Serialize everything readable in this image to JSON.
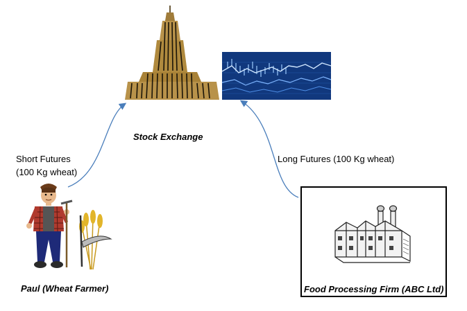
{
  "nodes": {
    "exchange": {
      "label": "Stock Exchange"
    },
    "farmer": {
      "label": "Paul (Wheat Farmer)"
    },
    "firm": {
      "label": "Food Processing Firm (ABC Ltd)"
    }
  },
  "edges": {
    "short": {
      "line1": "Short Futures",
      "line2": "(100 Kg wheat)"
    },
    "long": {
      "label": "Long Futures (100 Kg wheat)"
    }
  },
  "icons": {
    "building": "skyscraper-icon",
    "ticker": "stock-chart-icon",
    "farmer": "farmer-icon",
    "wheat": "wheat-sickle-icon",
    "factory": "factory-icon"
  },
  "colors": {
    "arrow": "#4a7ebb",
    "chart_bg": "#0d2f6e",
    "building": "#b08a3e"
  }
}
